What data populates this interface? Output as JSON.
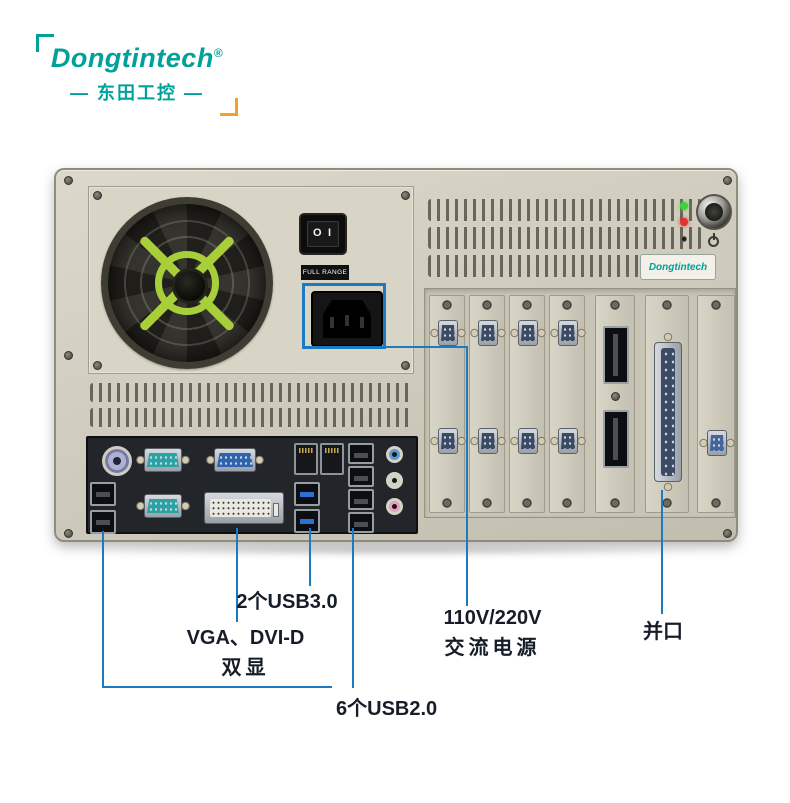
{
  "logo": {
    "name": "Dongtintech",
    "reg": "®",
    "subtitle": "— 东田工控 —"
  },
  "chassis": {
    "psu_label": "FULL RANGE",
    "switch_off": "O",
    "switch_on": "I",
    "brand_plate": "Dongtintech"
  },
  "annotations": {
    "usb3": "2个USB3.0",
    "display1": "VGA、DVI-D",
    "display2": "双显",
    "power1": "110V/220V",
    "power2": "交流电源",
    "parallel": "并口",
    "usb2": "6个USB2.0"
  },
  "colors": {
    "accent_blue": "#1b7ac0",
    "brand_teal": "#00a19a",
    "corner_orange": "#f3a21c",
    "chassis_beige": "#d5d1c3",
    "fan_guard_green": "#a8cf3a"
  }
}
